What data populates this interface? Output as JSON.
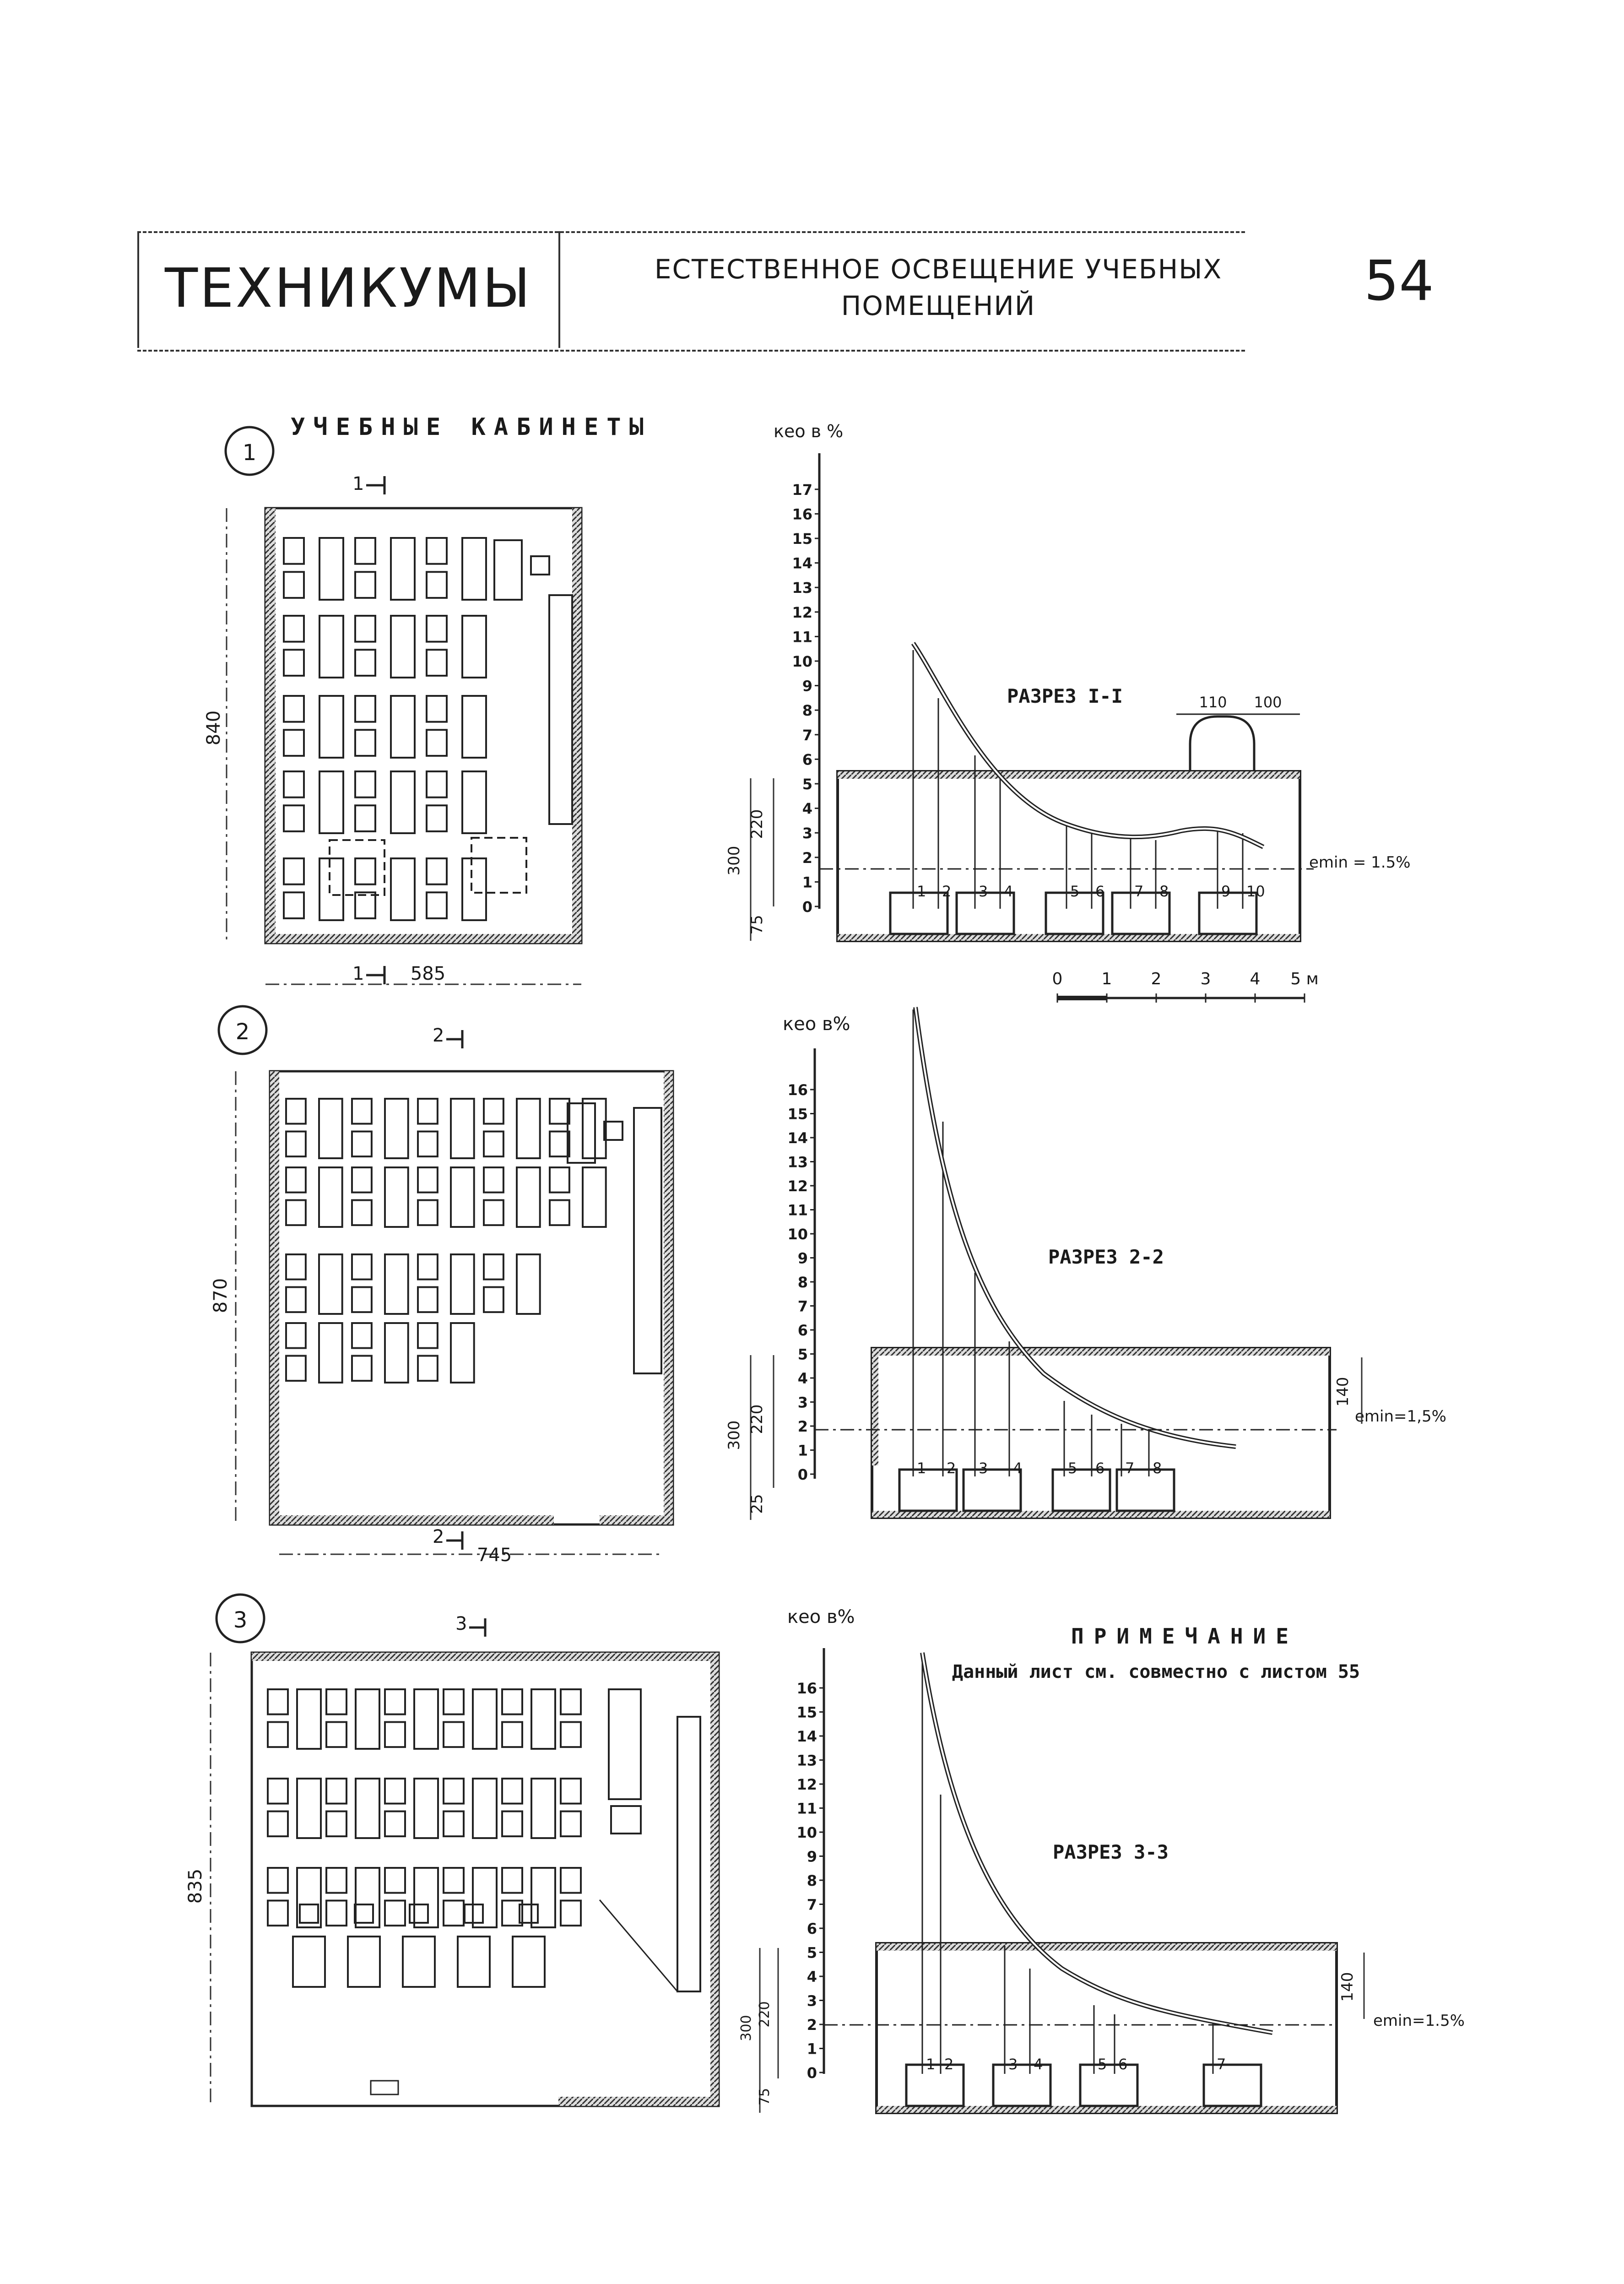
{
  "header": {
    "title": "ТЕХНИКУМЫ",
    "subtitle_line1": "ЕСТЕСТВЕННОЕ ОСВЕЩЕНИЕ УЧЕБНЫХ",
    "subtitle_line2": "ПОМЕЩЕНИЙ",
    "page_number": "54"
  },
  "section1": {
    "number": "1",
    "heading": "УЧЕБНЫЕ КАБИНЕТЫ",
    "plan": {
      "depth_dim": "840",
      "width_dim": "585",
      "cut_label": "1"
    },
    "section_title": "РАЗРЕЗ I-I",
    "axis_label": "кео в %",
    "y_ticks": [
      "0",
      "1",
      "2",
      "3",
      "4",
      "5",
      "6",
      "7",
      "8",
      "9",
      "10",
      "11",
      "12",
      "13",
      "14",
      "15",
      "16",
      "17"
    ],
    "left_dims": [
      "300",
      "220",
      "75"
    ],
    "skylight_dims": [
      "110",
      "100"
    ],
    "emin_label": "emin = 1.5%",
    "points": [
      "1",
      "2",
      "3",
      "4",
      "5",
      "6",
      "7",
      "8",
      "9",
      "10"
    ],
    "scale_ticks": [
      "0",
      "1",
      "2",
      "3",
      "4",
      "5 м"
    ]
  },
  "section2": {
    "number": "2",
    "plan": {
      "depth_dim": "870",
      "width_dim": "745",
      "cut_label": "2"
    },
    "section_title": "РАЗРЕЗ 2-2",
    "axis_label": "кео в%",
    "y_ticks": [
      "0",
      "1",
      "2",
      "3",
      "4",
      "5",
      "6",
      "7",
      "8",
      "9",
      "10",
      "11",
      "12",
      "13",
      "14",
      "15",
      "16"
    ],
    "left_dims": [
      "300",
      "220",
      "25"
    ],
    "right_dim": "140",
    "emin_label": "emin=1,5%",
    "points": [
      "1",
      "2",
      "3",
      "4",
      "5",
      "6",
      "7",
      "8"
    ]
  },
  "section3": {
    "number": "3",
    "plan": {
      "depth_dim": "835",
      "cut_label": "3"
    },
    "section_title": "РАЗРЕЗ 3-3",
    "axis_label": "кео в%",
    "y_ticks": [
      "0",
      "1",
      "2",
      "3",
      "4",
      "5",
      "6",
      "7",
      "8",
      "9",
      "10",
      "11",
      "12",
      "13",
      "14",
      "15",
      "16"
    ],
    "left_dims": [
      "300",
      "220",
      "75"
    ],
    "right_dim": "140",
    "emin_label": "emin=1.5%",
    "points": [
      "1",
      "2",
      "3",
      "4",
      "5",
      "6",
      "7"
    ]
  },
  "note": {
    "heading": "ПРИМЕЧАНИЕ",
    "text": "Данный лист см. совместно с листом 55"
  }
}
